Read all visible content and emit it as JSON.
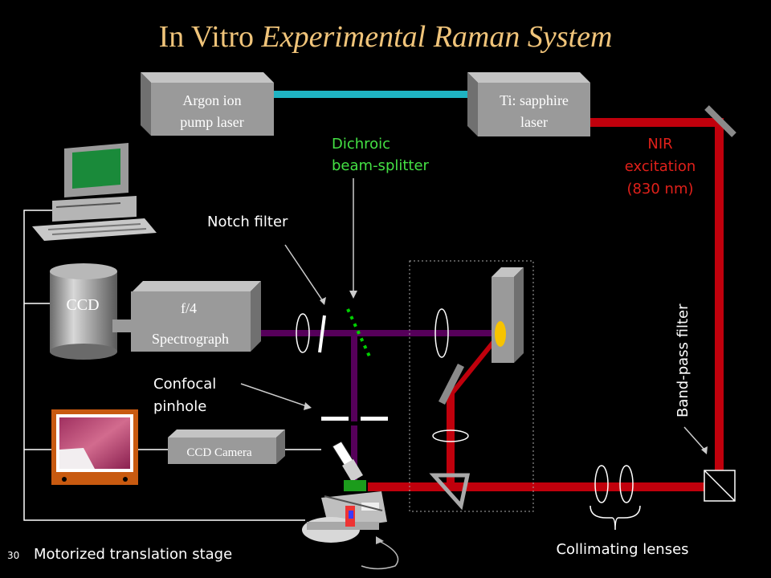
{
  "title": {
    "plain": "In Vitro ",
    "italic": "Experimental Raman System",
    "color": "#f0c47a"
  },
  "slide_number": "30",
  "colors": {
    "beam_red": "#c0000c",
    "beam_pump": "#1fb3c2",
    "beam_raman": "#56005a",
    "label_white": "#ffffff",
    "label_green": "#44e044",
    "label_red": "#e0201a",
    "box_face": "#9a9a9a",
    "box_top": "#c4c4c4",
    "box_side": "#707070"
  },
  "components": {
    "argon_laser": {
      "line1": "Argon ion",
      "line2": "pump laser"
    },
    "ti_laser": {
      "line1": "Ti: sapphire",
      "line2": "laser"
    },
    "ccd": "CCD",
    "spectrograph": {
      "line1": "f/4",
      "line2": "Spectrograph"
    },
    "ccd_camera": "CCD Camera"
  },
  "labels": {
    "dichroic": {
      "line1": "Dichroic",
      "line2": "beam-splitter"
    },
    "nir": {
      "line1": "NIR",
      "line2": "excitation",
      "line3": "(830 nm)"
    },
    "notch_filter": "Notch filter",
    "band_pass_filter": "Band-pass filter",
    "confocal": {
      "line1": "Confocal",
      "line2": "pinhole"
    },
    "motorized_stage": "Motorized translation stage",
    "collimating_lenses": "Collimating lenses"
  },
  "icons": [
    "computer-icon",
    "tv-monitor-icon",
    "microscope-icon",
    "mirror-icon",
    "prism-icon",
    "lens-icon",
    "sample-icon"
  ]
}
